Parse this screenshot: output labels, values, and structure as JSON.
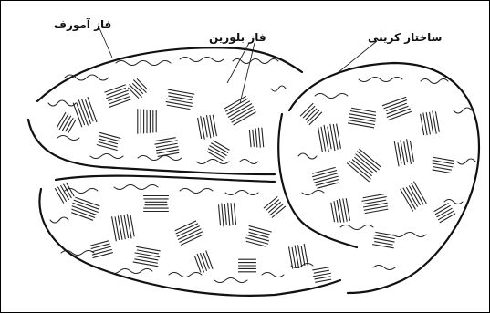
{
  "labels": {
    "amorphous_phase": "فاز آمورف",
    "crystalline_phase": "فاز بلورین",
    "semicrystalline_structure": "ساختار کرینی"
  }
}
